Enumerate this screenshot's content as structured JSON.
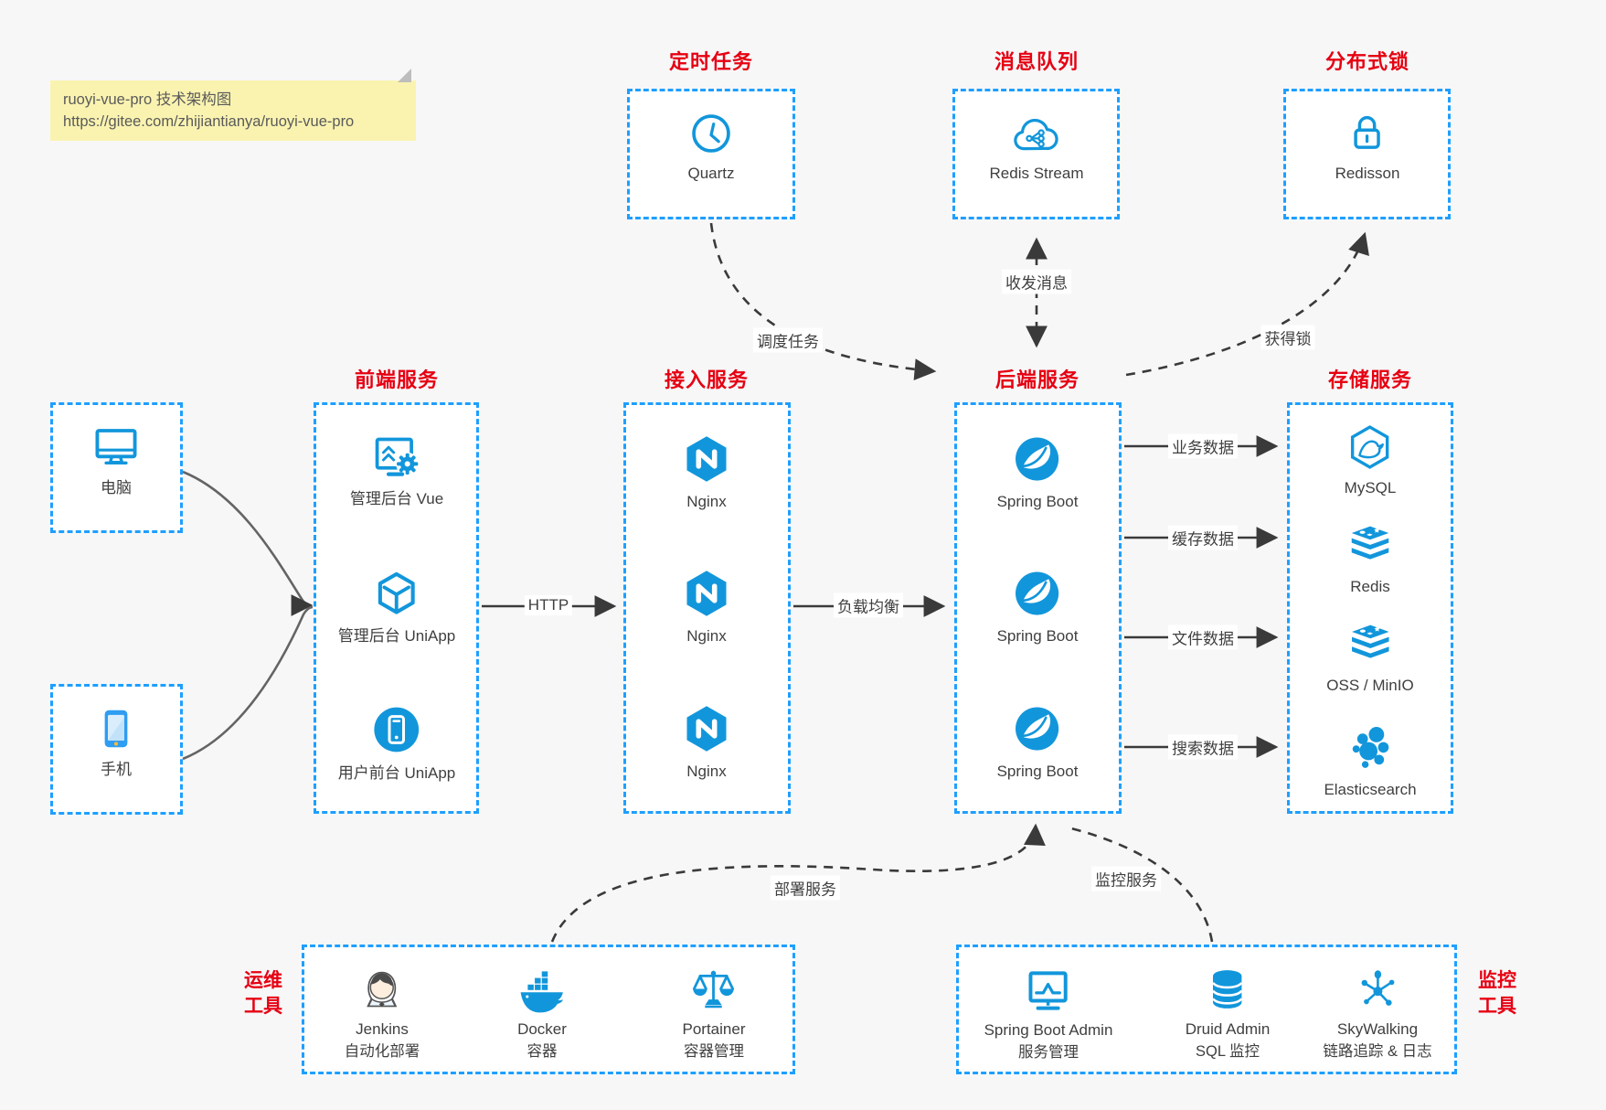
{
  "note": {
    "line1": "ruoyi-vue-pro 技术架构图",
    "line2": "https://gitee.com/zhijiantianya/ruoyi-vue-pro"
  },
  "top_groups": [
    {
      "title": "定时任务",
      "node": {
        "label": "Quartz",
        "icon": "clock-icon"
      }
    },
    {
      "title": "消息队列",
      "node": {
        "label": "Redis Stream",
        "icon": "cloud-stream-icon"
      }
    },
    {
      "title": "分布式锁",
      "node": {
        "label": "Redisson",
        "icon": "lock-icon"
      }
    }
  ],
  "clients": [
    {
      "label": "电脑",
      "icon": "desktop-icon"
    },
    {
      "label": "手机",
      "icon": "phone-icon"
    }
  ],
  "columns": [
    {
      "title": "前端服务",
      "items": [
        {
          "label": "管理后台 Vue",
          "icon": "admin-vue-icon"
        },
        {
          "label": "管理后台 UniApp",
          "icon": "uniapp-cube-icon"
        },
        {
          "label": "用户前台 UniApp",
          "icon": "user-app-icon"
        }
      ]
    },
    {
      "title": "接入服务",
      "items": [
        {
          "label": "Nginx",
          "icon": "nginx-icon"
        },
        {
          "label": "Nginx",
          "icon": "nginx-icon"
        },
        {
          "label": "Nginx",
          "icon": "nginx-icon"
        }
      ]
    },
    {
      "title": "后端服务",
      "items": [
        {
          "label": "Spring Boot",
          "icon": "spring-boot-icon"
        },
        {
          "label": "Spring Boot",
          "icon": "spring-boot-icon"
        },
        {
          "label": "Spring Boot",
          "icon": "spring-boot-icon"
        }
      ]
    },
    {
      "title": "存储服务",
      "items": [
        {
          "label": "MySQL",
          "icon": "mysql-icon"
        },
        {
          "label": "Redis",
          "icon": "redis-stack-icon"
        },
        {
          "label": "OSS / MinIO",
          "icon": "oss-minio-icon"
        },
        {
          "label": "Elasticsearch",
          "icon": "elasticsearch-icon"
        }
      ]
    }
  ],
  "edges": {
    "http": "HTTP",
    "load_balance": "负载均衡",
    "business_data": "业务数据",
    "cache_data": "缓存数据",
    "file_data": "文件数据",
    "search_data": "搜索数据",
    "send_receive": "收发消息",
    "schedule": "调度任务",
    "acquire_lock": "获得锁",
    "deploy": "部署服务",
    "monitor": "监控服务"
  },
  "bottom_groups": [
    {
      "title_lines": [
        "运维",
        "工具"
      ],
      "items": [
        {
          "label": "Jenkins",
          "sub": "自动化部署",
          "icon": "jenkins-icon"
        },
        {
          "label": "Docker",
          "sub": "容器",
          "icon": "docker-icon"
        },
        {
          "label": "Portainer",
          "sub": "容器管理",
          "icon": "portainer-icon"
        }
      ]
    },
    {
      "title_lines": [
        "监控",
        "工具"
      ],
      "items": [
        {
          "label": "Spring Boot Admin",
          "sub": "服务管理",
          "icon": "spring-boot-admin-icon"
        },
        {
          "label": "Druid Admin",
          "sub": "SQL 监控",
          "icon": "druid-icon"
        },
        {
          "label": "SkyWalking",
          "sub": "链路追踪 & 日志",
          "icon": "skywalking-icon"
        }
      ]
    }
  ],
  "colors": {
    "canvas_bg": "#f7f7f8",
    "box_border_blue": "#1e9fff",
    "icon_blue": "#1296db",
    "title_red": "#e60012",
    "note_bg": "#faf3b0",
    "arrow_dark": "#3a3a3a",
    "arrow_gray": "#646464",
    "text": "#3f3f3f"
  },
  "icons": {
    "clock-icon": "🕐",
    "cloud-stream-icon": "☁",
    "lock-icon": "🔒",
    "desktop-icon": "🖥",
    "phone-icon": "📱",
    "admin-vue-icon": "🖥⚙",
    "uniapp-cube-icon": "⬡",
    "user-app-icon": "📲",
    "nginx-icon": "⬢",
    "spring-boot-icon": "🍃",
    "mysql-icon": "🐬",
    "redis-stack-icon": "▤",
    "oss-minio-icon": "▤",
    "elasticsearch-icon": "●",
    "jenkins-icon": "👤",
    "docker-icon": "🐳",
    "portainer-icon": "⚖",
    "spring-boot-admin-icon": "📈",
    "druid-icon": "🛢",
    "skywalking-icon": "✳"
  }
}
